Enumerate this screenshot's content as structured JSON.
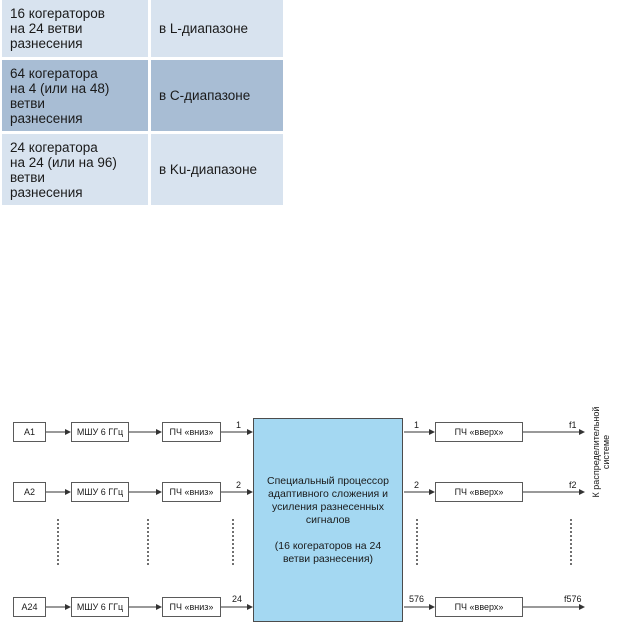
{
  "table": {
    "rows": [
      {
        "left": "16 когераторов\nна 24 ветви\nразнесения",
        "right": "в L-диапазоне"
      },
      {
        "left": "64 когератора\nна  4 (или на 48)\nветви\nразнесения",
        "right": "в C-диапазоне"
      },
      {
        "left": "24 когератора\nна 24 (или на 96)\nветви\nразнесения",
        "right": "в Ku-диапазоне"
      }
    ]
  },
  "diagram": {
    "inputs": [
      "A1",
      "A2",
      "A24"
    ],
    "lna_label": "МШУ 6 ГГц",
    "downconverter_label": "ПЧ «вниз»",
    "upconverter_label": "ПЧ «вверх»",
    "in_numbers": [
      "1",
      "2",
      "24"
    ],
    "out_numbers": [
      "1",
      "2",
      "576"
    ],
    "outputs": [
      "f1",
      "f2",
      "f576"
    ],
    "processor_main": "Специальный процессор\nадаптивного сложения и\nусиления разнесенных\nсигналов",
    "processor_sub": "(16 когераторов на 24\nветви разнесения)",
    "side_label": "К распределительной\nсистеме"
  }
}
